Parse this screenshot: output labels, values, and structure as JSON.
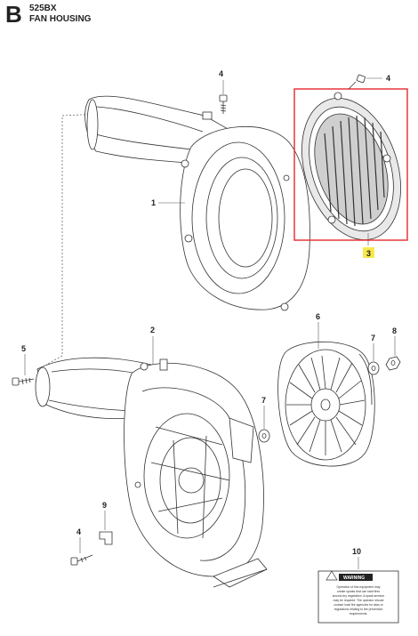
{
  "header": {
    "section_letter": "B",
    "model": "525BX",
    "title": "FAN HOUSING"
  },
  "callouts": {
    "fan_housing_upper": "1",
    "fan_housing_lower": "2",
    "guard_grille": "3",
    "screw_top": "4",
    "screw_top_right": "4",
    "screw_bottom_left": "4",
    "screw_left": "5",
    "fan_wheel": "6",
    "washer_center": "7",
    "washer_right": "7",
    "nut": "8",
    "clip": "9",
    "warning_label": "10"
  },
  "warning_label": {
    "title": "WARNING",
    "lines": [
      "Operation of this equipment may",
      "create sparks that can start fires",
      "around dry vegetation. A spark arrestor",
      "may be required. The operator should",
      "contact local fire agencies for laws or",
      "regulations relating to fire prevention",
      "requirements."
    ]
  },
  "colors": {
    "highlight_frame": "#e8373b",
    "callout_highlight": "#f7e94b",
    "line_art": "#333333"
  }
}
